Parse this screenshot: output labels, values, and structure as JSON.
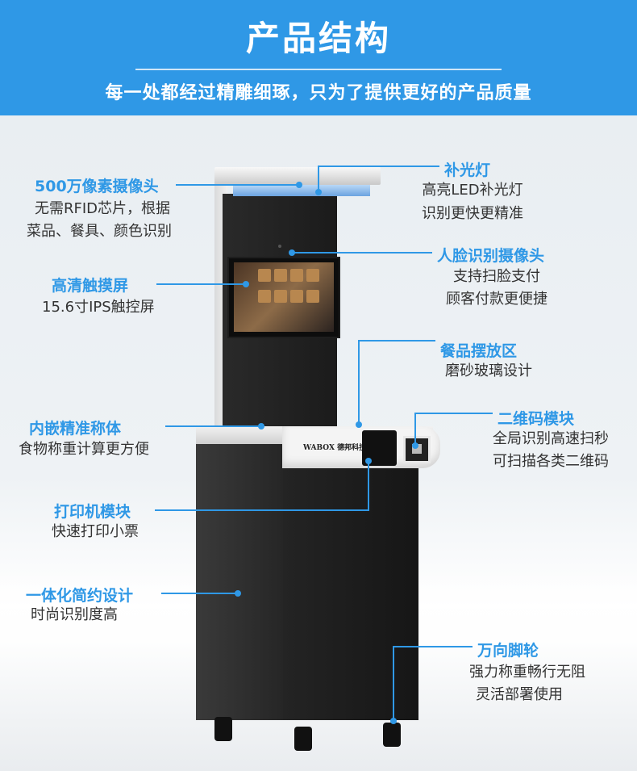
{
  "header": {
    "title": "产品结构",
    "subtitle": "每一处都经过精雕细琢，只为了提供更好的产品质量"
  },
  "device": {
    "brand": "WABOX 德邦科技"
  },
  "features_left": [
    {
      "label": "500万像素摄像头",
      "desc": [
        "无需RFID芯片，根据",
        "菜品、餐具、颜色识别"
      ]
    },
    {
      "label": "高清触摸屏",
      "desc": [
        "15.6寸IPS触控屏"
      ]
    },
    {
      "label": "内嵌精准称体",
      "desc": [
        "食物称重计算更方便"
      ]
    },
    {
      "label": "打印机模块",
      "desc": [
        "快速打印小票"
      ]
    },
    {
      "label": "一体化简约设计",
      "desc": [
        "时尚识别度高"
      ]
    }
  ],
  "features_right": [
    {
      "label": "补光灯",
      "desc": [
        "高亮LED补光灯",
        "识别更快更精准"
      ]
    },
    {
      "label": "人脸识别摄像头",
      "desc": [
        "支持扫脸支付",
        "顾客付款更便捷"
      ]
    },
    {
      "label": "餐品摆放区",
      "desc": [
        "磨砂玻璃设计"
      ]
    },
    {
      "label": "二维码模块",
      "desc": [
        "全局识别高速扫秒",
        "可扫描各类二维码"
      ]
    },
    {
      "label": "万向脚轮",
      "desc": [
        "强力称重畅行无阻",
        "灵活部署使用"
      ]
    }
  ],
  "colors": {
    "header_bg": "#2f98e6",
    "accent": "#2f98e6",
    "text": "#333333"
  }
}
